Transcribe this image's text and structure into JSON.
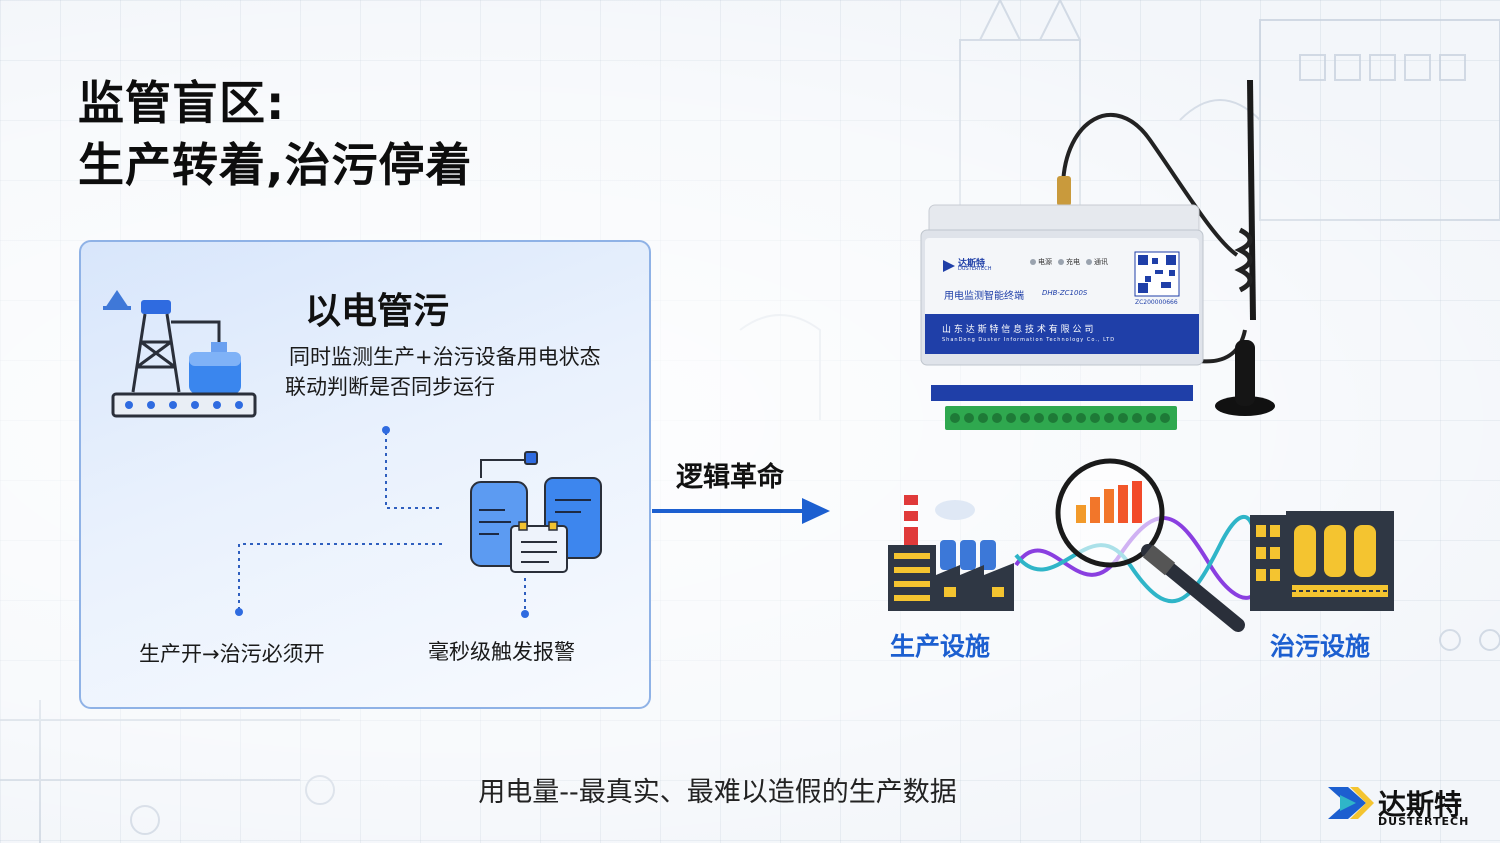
{
  "title": {
    "line1": "监管盲区:",
    "line2": "生产转着,治污停着"
  },
  "card": {
    "heading": "以电管污",
    "desc_line1": "同时监测生产+治污设备用电状态",
    "desc_line2": "联动判断是否同步运行",
    "note_left": "生产开→治污必须开",
    "note_right": "毫秒级触发报警"
  },
  "arrow_label": "逻辑革命",
  "device": {
    "brand": "达斯特",
    "brand_sub": "DUSTERTECH",
    "indicators": [
      "电源",
      "充电",
      "通讯"
    ],
    "model_name": "用电监测智能终端",
    "model_code": "DHB-ZC100S",
    "serial": "ZC200000666",
    "company_cn": "山 东 达 斯 特 信 息 技 术 有 限 公 司",
    "company_en": "ShanDong Duster Information Technology Co., LTD"
  },
  "facilities": {
    "production": "生产设施",
    "treatment": "治污设施"
  },
  "caption": "用电量--最真实、最难以造假的生产数据",
  "brand": {
    "name": "达斯特",
    "sub": "DUSTERTECH"
  },
  "colors": {
    "accent_blue": "#1c5fd0",
    "card_border": "#8fb2e6",
    "device_band": "#1f3fa8",
    "terminal_green": "#2fa84f"
  }
}
